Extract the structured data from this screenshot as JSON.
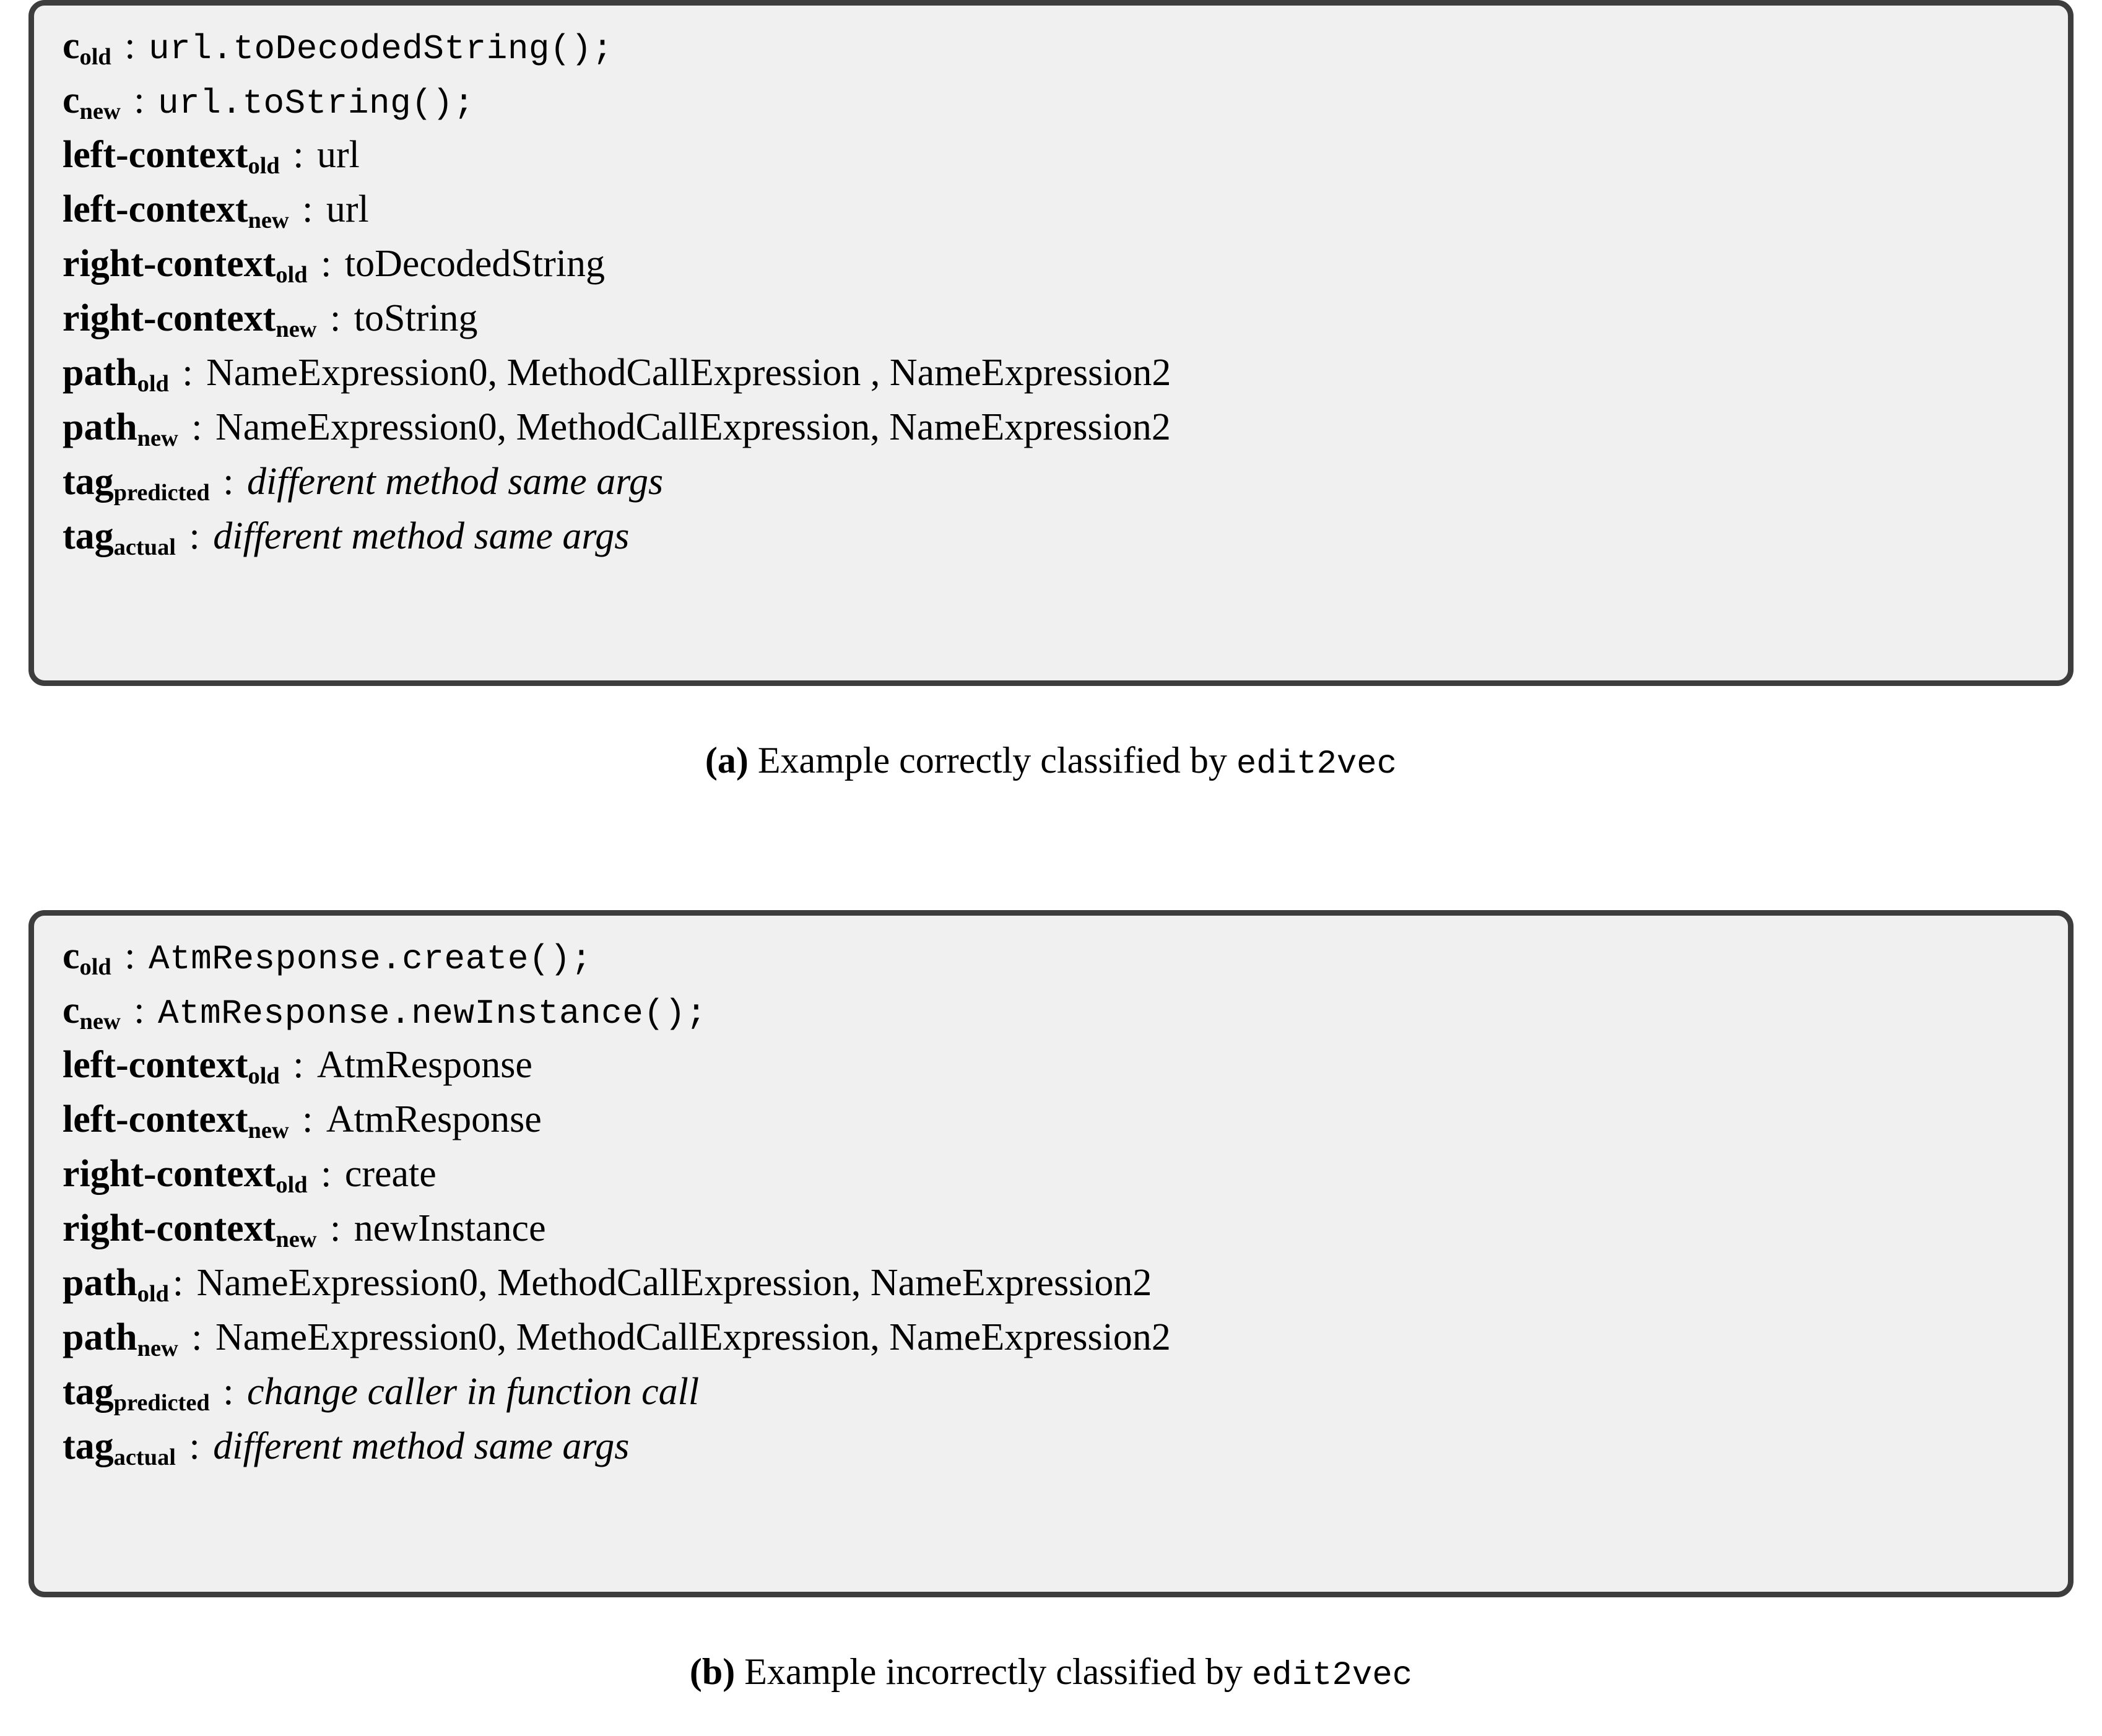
{
  "colors": {
    "box_border": "#3d3d3d",
    "box_background": "#f0f0f0",
    "page_background": "#ffffff",
    "text": "#000000"
  },
  "figures": [
    {
      "id": "a",
      "fields": [
        {
          "label": "c",
          "sub": "old",
          "sep": " : ",
          "value": "url.toDecodedString();",
          "style": "mono"
        },
        {
          "label": "c",
          "sub": "new",
          "sep": " : ",
          "value": "url.toString();",
          "style": "mono"
        },
        {
          "label": "left-context",
          "sub": "old",
          "sep": " : ",
          "value": "url",
          "style": "plain"
        },
        {
          "label": "left-context",
          "sub": "new",
          "sep": " : ",
          "value": "url",
          "style": "plain"
        },
        {
          "label": "right-context",
          "sub": "old",
          "sep": " : ",
          "value": "toDecodedString",
          "style": "plain"
        },
        {
          "label": "right-context",
          "sub": "new",
          "sep": " : ",
          "value": "toString",
          "style": "plain"
        },
        {
          "label": "path",
          "sub": "old",
          "sep": " : ",
          "value": "NameExpression0, MethodCallExpression , NameExpression2",
          "style": "plain"
        },
        {
          "label": "path",
          "sub": "new",
          "sep": " : ",
          "value": "NameExpression0, MethodCallExpression, NameExpression2",
          "style": "plain"
        },
        {
          "label": "tag",
          "sub": "predicted",
          "sep": " : ",
          "value": "different method same args",
          "style": "italic"
        },
        {
          "label": "tag",
          "sub": "actual",
          "sep": " : ",
          "value": "different method same args",
          "style": "italic"
        }
      ],
      "caption": {
        "tag": "(a)",
        "text_before": " Example correctly classified by ",
        "mono": "edit2vec"
      }
    },
    {
      "id": "b",
      "fields": [
        {
          "label": "c",
          "sub": "old",
          "sep": " : ",
          "value": "AtmResponse.create();",
          "style": "mono"
        },
        {
          "label": "c",
          "sub": "new",
          "sep": " : ",
          "value": "AtmResponse.newInstance();",
          "style": "mono"
        },
        {
          "label": "left-context",
          "sub": "old",
          "sep": " : ",
          "value": "AtmResponse",
          "style": "plain"
        },
        {
          "label": "left-context",
          "sub": "new",
          "sep": " : ",
          "value": "AtmResponse",
          "style": "plain"
        },
        {
          "label": "right-context",
          "sub": "old",
          "sep": " : ",
          "value": "create",
          "style": "plain"
        },
        {
          "label": "right-context",
          "sub": "new",
          "sep": " : ",
          "value": "newInstance",
          "style": "plain"
        },
        {
          "label": "path",
          "sub": "old",
          "sep": ": ",
          "value": "NameExpression0, MethodCallExpression, NameExpression2",
          "style": "plain"
        },
        {
          "label": "path",
          "sub": "new",
          "sep": " : ",
          "value": "NameExpression0, MethodCallExpression, NameExpression2",
          "style": "plain"
        },
        {
          "label": "tag",
          "sub": "predicted",
          "sep": " : ",
          "value": "change caller in function call",
          "style": "italic"
        },
        {
          "label": "tag",
          "sub": "actual",
          "sep": " : ",
          "value": "different method same args",
          "style": "italic"
        }
      ],
      "caption": {
        "tag": "(b)",
        "text_before": " Example incorrectly classified by ",
        "mono": "edit2vec"
      }
    }
  ]
}
